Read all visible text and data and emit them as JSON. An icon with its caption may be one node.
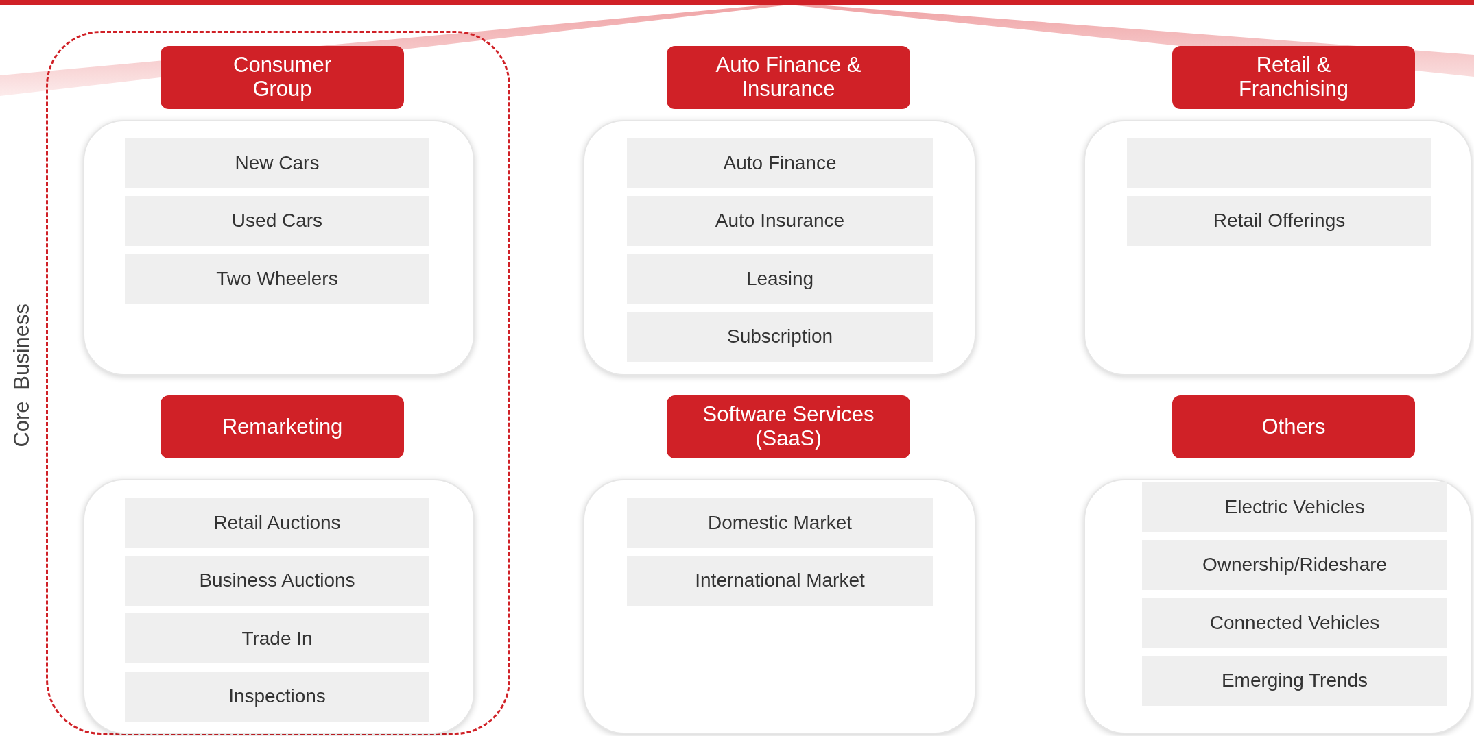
{
  "diagram": {
    "nodes": [
      {
        "text": [
          "Core Business"
        ]
      },
      {
        "text": [
          "Consumer Group"
        ],
        "in": 0
      },
      {
        "text": [
          "New Cars"
        ],
        "in": 1
      },
      {
        "text": [
          "Used Cars"
        ],
        "in": 1
      },
      {
        "text": [
          "Two Wheelers"
        ],
        "in": 1
      },
      {
        "text": [
          "Auto Finance & Insurance"
        ]
      },
      {
        "text": [
          "Auto Finance"
        ],
        "in": 5
      },
      {
        "text": [
          "Auto Insurance"
        ],
        "in": 5
      },
      {
        "text": [
          "Leasing"
        ],
        "in": 5
      },
      {
        "text": [
          "Subscription"
        ],
        "in": 5
      },
      {
        "text": [
          "Retail & Franchising"
        ]
      },
      {
        "text": [],
        "shape": "box",
        "in": 10
      },
      {
        "text": [
          "Retail Offerings"
        ],
        "in": 10
      },
      {
        "text": [
          "Remarketing"
        ],
        "in": 0
      },
      {
        "text": [
          "Retail Auctions"
        ],
        "in": 13
      },
      {
        "text": [
          "Business Auctions"
        ],
        "in": 13
      },
      {
        "text": [
          "Trade In"
        ],
        "in": 13
      },
      {
        "text": [
          "Inspections"
        ],
        "in": 13
      },
      {
        "text": [
          "Software Services (SaaS)"
        ]
      },
      {
        "text": [
          "Domestic Market"
        ],
        "in": 18
      },
      {
        "text": [
          "International Market"
        ],
        "in": 18
      },
      {
        "text": [
          "Others"
        ]
      },
      {
        "text": [
          "Electric Vehicles"
        ],
        "in": 21
      },
      {
        "text": [
          "Ownership/Rideshare"
        ],
        "in": 21
      },
      {
        "text": [
          "Connected Vehicles"
        ],
        "in": 21
      },
      {
        "text": [
          "Emerging Trends"
        ],
        "in": 21
      }
    ]
  }
}
